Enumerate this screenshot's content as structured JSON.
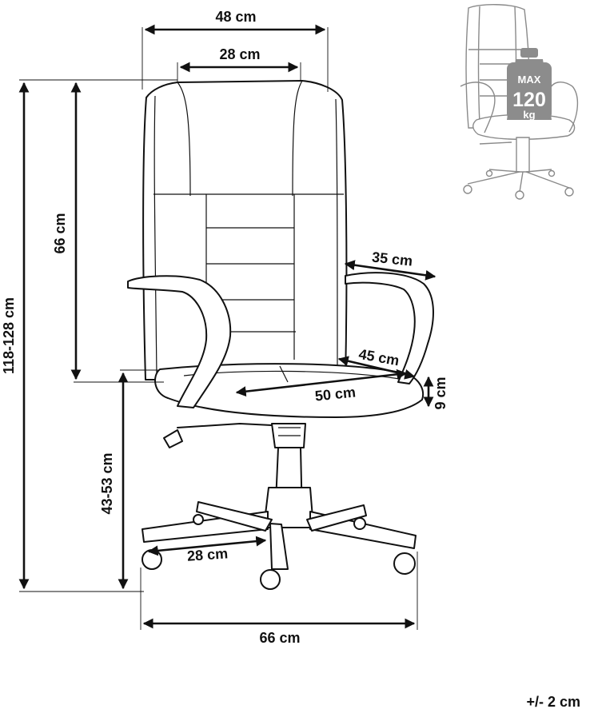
{
  "dimensions": {
    "back_outer_width": "48 cm",
    "back_inner_width": "28 cm",
    "backrest_height": "66 cm",
    "total_height": "118-128 cm",
    "seat_height": "43-53 cm",
    "armrest_length": "35 cm",
    "seat_depth": "45 cm",
    "seat_width": "50 cm",
    "seat_thickness": "9 cm",
    "leg_length": "28 cm",
    "base_width": "66 cm"
  },
  "load": {
    "max_label": "MAX",
    "value": "120",
    "unit": "kg"
  },
  "tolerance": "+/- 2 cm"
}
